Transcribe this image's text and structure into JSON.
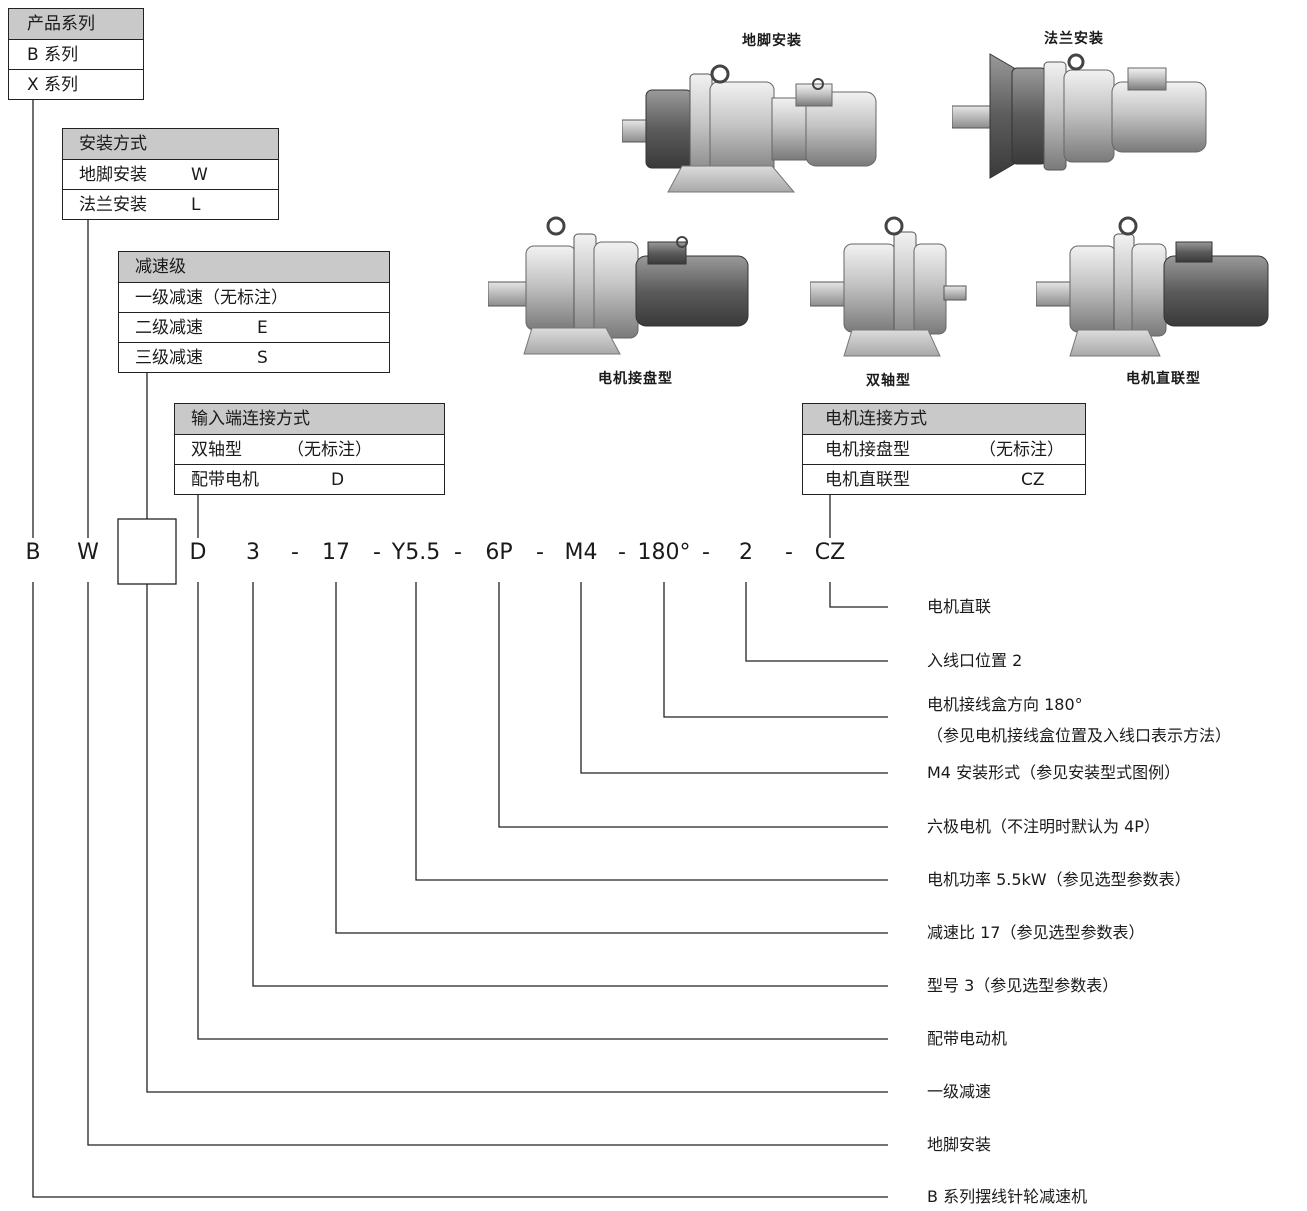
{
  "tables": {
    "series": {
      "header": "产品系列",
      "rows": [
        {
          "label": "B 系列",
          "code": ""
        },
        {
          "label": "X 系列",
          "code": ""
        }
      ]
    },
    "mount": {
      "header": "安装方式",
      "rows": [
        {
          "label": "地脚安装",
          "code": "W"
        },
        {
          "label": "法兰安装",
          "code": "L"
        }
      ]
    },
    "stage": {
      "header": "减速级",
      "rows": [
        {
          "label": "一级减速（无标注）",
          "code": ""
        },
        {
          "label": "二级减速",
          "code": "E"
        },
        {
          "label": "三级减速",
          "code": "S"
        }
      ]
    },
    "input": {
      "header": "输入端连接方式",
      "rows": [
        {
          "label": "双轴型",
          "code": "（无标注）"
        },
        {
          "label": "配带电机",
          "code": "D"
        }
      ]
    },
    "motor_conn": {
      "header": "电机连接方式",
      "rows": [
        {
          "label": "电机接盘型",
          "code": "（无标注）"
        },
        {
          "label": "电机直联型",
          "code": "CZ"
        }
      ]
    }
  },
  "model_code": [
    "B",
    "W",
    "",
    "D",
    "3",
    "-",
    "17",
    "-",
    "Y5.5",
    "-",
    "6P",
    "-",
    "M4",
    "-",
    "180°",
    "-",
    "2",
    "-",
    "CZ"
  ],
  "callouts": [
    "电机直联",
    "入线口位置 2",
    "电机接线盒方向 180°",
    "（参见电机接线盒位置及入线口表示方法）",
    "M4 安装形式（参见安装型式图例）",
    "六极电机（不注明时默认为 4P）",
    "电机功率 5.5kW（参见选型参数表）",
    "减速比 17（参见选型参数表）",
    "型号 3（参见选型参数表）",
    "配带电动机",
    "一级减速",
    "地脚安装",
    "B 系列摆线针轮减速机"
  ],
  "image_captions": {
    "foot": "地脚安装",
    "flange": "法兰安装",
    "plate": "电机接盘型",
    "double": "双轴型",
    "direct": "电机直联型"
  }
}
